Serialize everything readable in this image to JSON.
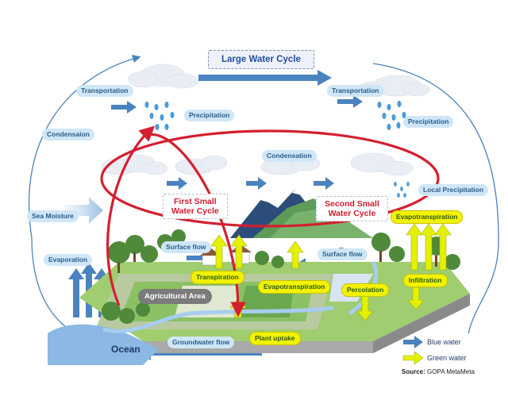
{
  "title": "Large Water Cycle",
  "small_cycles": {
    "first": [
      "First Small",
      "Water Cycle"
    ],
    "second": [
      "Second Small",
      "Water Cycle"
    ]
  },
  "blue_labels": {
    "transportation_left": "Transportation",
    "condensation_left": "Condensaion",
    "precipitation_center": "Precipitation",
    "transportation_right": "Transportation",
    "precipitation_right": "Precipitation",
    "condensation_center": "Condensation",
    "local_precipitation": "Local Precipitation",
    "sea_moisture": "Sea Moisture",
    "evaporation": "Evaporation",
    "surface_flow_left": "Surface flow",
    "surface_flow_right": "Surface flow",
    "groundwater_flow": "Groundwater flow"
  },
  "green_labels": {
    "evapotranspiration_right": "Evapotranspiration",
    "transpiration": "Transpiration",
    "evapotranspiration_center": "Evapotranspiration",
    "percolation": "Percolation",
    "infiltration": "Infiltration",
    "plant_uptake": "Plant uptake"
  },
  "agricultural_area": "Agricultural Area",
  "ocean": "Ocean",
  "legend": {
    "blue": "Blue water",
    "green": "Green water"
  },
  "source": {
    "label": "Source:",
    "value": "GOPA MetaMeta"
  },
  "colors": {
    "blue_arrow": "#4a83bf",
    "green_arrow": "#e3f000",
    "red_cycle": "#d41f2f",
    "label_blue_bg": "#cfe6f7",
    "label_green_bg": "#f2f200"
  }
}
